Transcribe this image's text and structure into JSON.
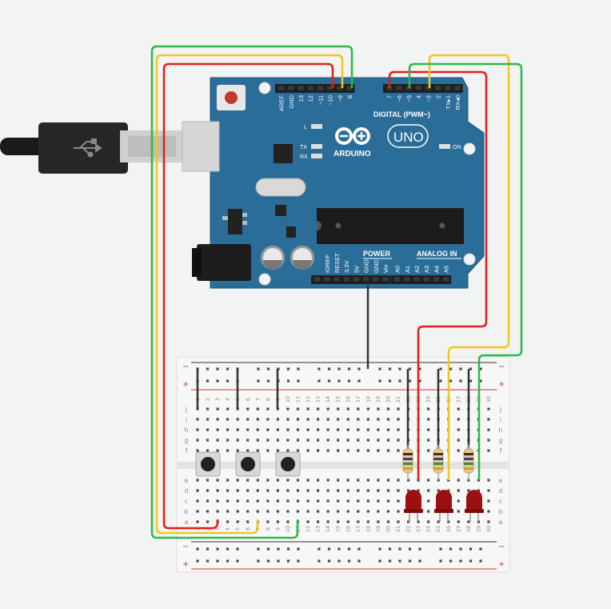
{
  "arduino": {
    "brand": "ARDUINO",
    "model": "UNO",
    "digital_label": "DIGITAL (PWM~)",
    "power_label": "POWER",
    "analog_label": "ANALOG IN",
    "on_label": "ON",
    "led_labels": [
      "L",
      "TX",
      "RX"
    ],
    "digital_pins": [
      "AREF",
      "GND",
      "13",
      "12",
      "~11",
      "~10",
      "~9",
      "8",
      "7",
      "~6",
      "~5",
      "4",
      "~3",
      "2",
      "TX▸1",
      "RX◂0"
    ],
    "power_pins": [
      "IOREF",
      "RESET",
      "3.3V",
      "5V",
      "GND",
      "GND",
      "Vin"
    ],
    "analog_pins": [
      "A0",
      "A1",
      "A2",
      "A3",
      "A4",
      "A5"
    ]
  },
  "breadboard": {
    "row_letters_top": [
      "j",
      "i",
      "h",
      "g",
      "f"
    ],
    "row_letters_bottom": [
      "e",
      "d",
      "c",
      "b",
      "a"
    ],
    "columns": 30,
    "rail_plus": "+",
    "rail_minus": "−"
  },
  "colors": {
    "board": "#2a6d99",
    "wire_red": "#e0201c",
    "wire_yellow": "#f0c81c",
    "wire_green": "#2db84a",
    "wire_black": "#333333",
    "led": "#9c1010",
    "breadboard": "#f7f7f7"
  },
  "components": {
    "buttons": 3,
    "resistors": 3,
    "leds": 3
  }
}
